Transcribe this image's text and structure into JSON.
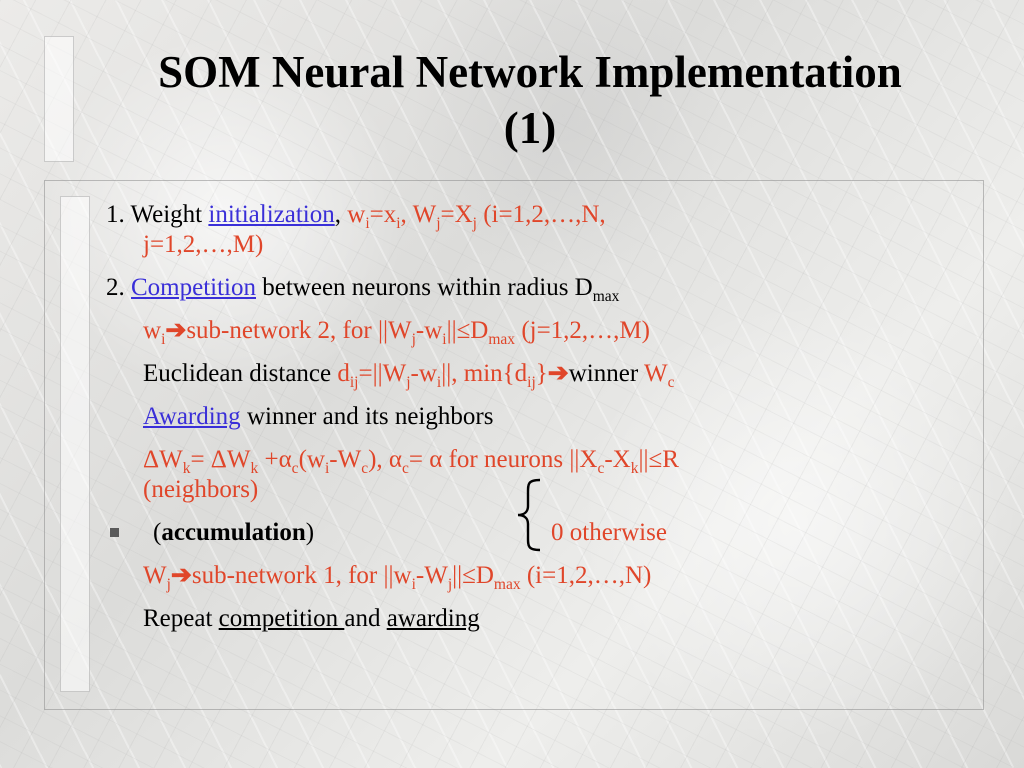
{
  "slide": {
    "title_line1": "SOM Neural Network Implementation",
    "title_line2": "(1)"
  },
  "l1": {
    "prefix": "1. Weight ",
    "link": "initialization",
    "comma": ",",
    "f1": " w",
    "f1_sub": "i",
    "f2": "=x",
    "f2_sub": "i",
    "f3": ", W",
    "f3_sub": "j",
    "f4": "=X",
    "f4_sub": "j",
    "f5": " (i=1,2,…,N,",
    "cont": "j=1,2,…,M)"
  },
  "l2": {
    "prefix": "2. ",
    "link": "Competition",
    "text": " between neurons within radius D",
    "sub": "max"
  },
  "l3": {
    "t1": "w",
    "s1": "i",
    "arrow": "➔",
    "t2": "sub-network 2, for ||W",
    "s2": "j",
    "t3": "-w",
    "s3": "i",
    "t4": "||≤D",
    "s4": "max",
    "t5": "  (j=1,2,…,M)"
  },
  "l4": {
    "plain": "Euclidean distance ",
    "t1": "d",
    "s1": "ij",
    "t2": "=||W",
    "s2": "j",
    "t3": "-w",
    "s3": "i",
    "t4": "||, min{d",
    "s4": "ij",
    "t5": "}",
    "arrow": "➔",
    "plain2": "winner ",
    "t6": "W",
    "s6": "c"
  },
  "l5": {
    "link": "Awarding",
    "text": " winner and its neighbors"
  },
  "l6": {
    "t1": "ΔW",
    "s1": "k",
    "t2": "= ΔW",
    "s2": "k",
    "t3": " +α",
    "s3": "c",
    "t4": "(w",
    "s4": "i",
    "t5": "-W",
    "s5": "c",
    "t6": "), α",
    "s6": "c",
    "t7": "= α  for neurons ||X",
    "s7": "c",
    "t8": "-X",
    "s8": "k",
    "t9": "||≤R",
    "cont": "(neighbors)"
  },
  "l7": {
    "open": " (",
    "bold": "accumulation",
    "close": ")",
    "otherwise": "0 otherwise"
  },
  "l8": {
    "t1": "W",
    "s1": "j",
    "arrow": "➔",
    "t2": "sub-network 1, for ||w",
    "s2": "i",
    "t3": "-W",
    "s3": "j",
    "t4": "||≤D",
    "s4": "max",
    "t5": "  (i=1,2,…,N)"
  },
  "l9": {
    "prefix": "Repeat ",
    "u1": "competition ",
    "mid": "and ",
    "u2": "awarding"
  },
  "colors": {
    "formula": "#e0462a",
    "link": "#3a2fd8",
    "text": "#000000"
  },
  "icons": {
    "bullet": "square-bullet-icon",
    "brace": "curly-brace-icon"
  }
}
